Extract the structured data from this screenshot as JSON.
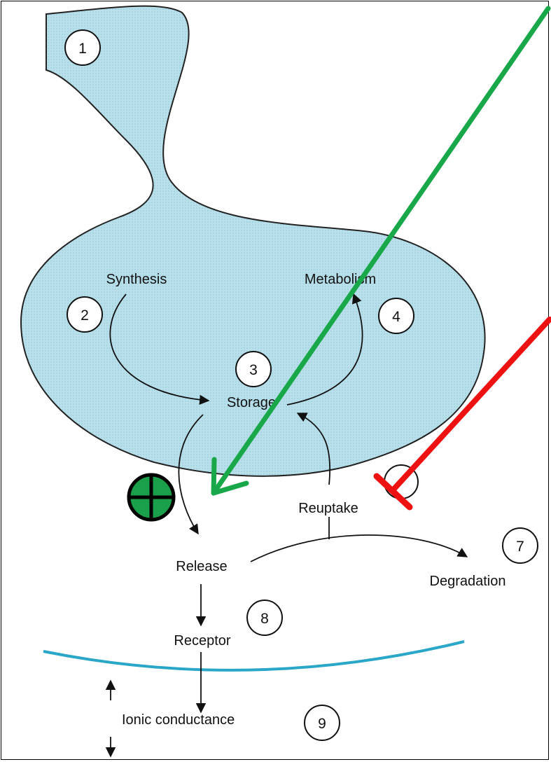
{
  "diagram": {
    "labels": {
      "synthesis": "Synthesis",
      "metabolism": "Metabolism",
      "storage": "Storage",
      "release": "Release",
      "reuptake": "Reuptake",
      "degradation": "Degradation",
      "receptor": "Receptor",
      "ionic_conductance": "Ionic conductance"
    },
    "steps": {
      "s1": "1",
      "s2": "2",
      "s3": "3",
      "s4": "4",
      "s7": "7",
      "s8": "8",
      "s9": "9"
    },
    "colors": {
      "terminal_fill": "#b6dfe8",
      "membrane": "#2aa6c8",
      "stimulate_arrow": "#18a84a",
      "inhibit_bar": "#ee1111",
      "plus_symbol": "#1aa04a"
    },
    "annotations": {
      "green_arrow_target": "release",
      "red_inhibitor_target": "reuptake"
    }
  }
}
